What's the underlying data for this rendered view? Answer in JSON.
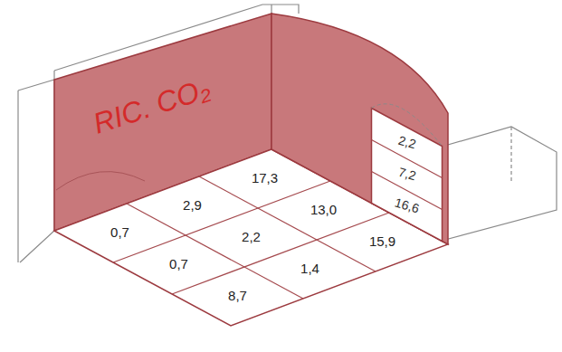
{
  "diagram": {
    "labels": [
      "RIC. CO₂",
      "2,2",
      "7,2",
      "16,6",
      "17,3",
      "2,9",
      "13,0",
      "0,7",
      "2,2",
      "15,9",
      "0,7",
      "1,4",
      "8,7"
    ]
  }
}
